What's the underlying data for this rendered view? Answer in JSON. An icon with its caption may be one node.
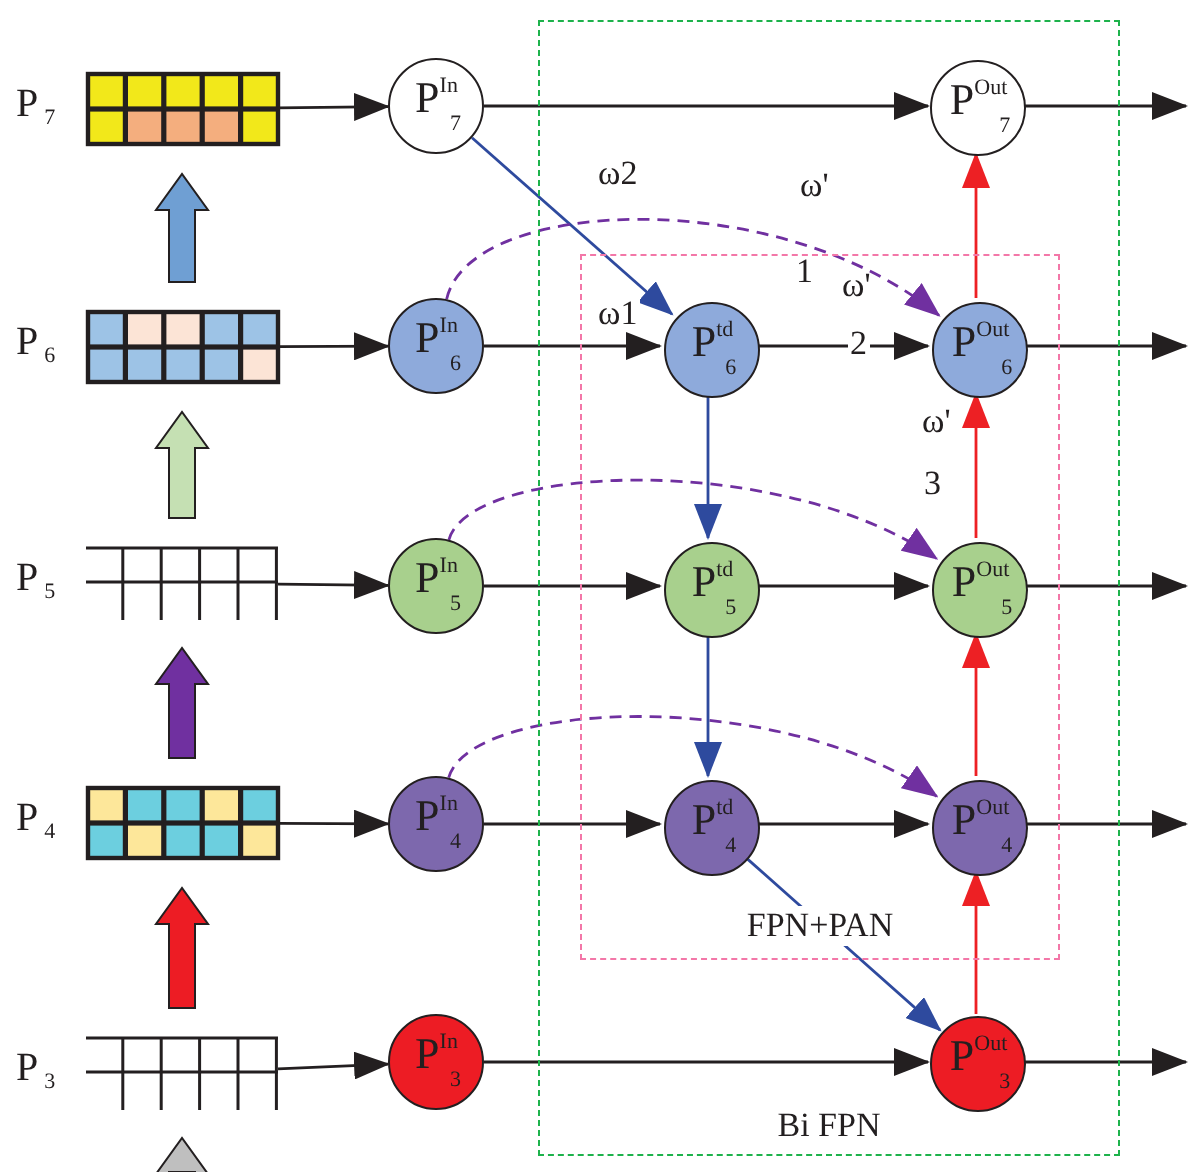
{
  "diagram": {
    "nodes": [
      {
        "text": [
          "Bi FPN"
        ]
      },
      {
        "text": [
          "FPN+PAN"
        ],
        "in": 0
      },
      {
        "text": [],
        "shape": "box",
        "beside": [
          "P$_{7}$"
        ]
      },
      {
        "text": [
          "P$^{In}$$_{7}$"
        ]
      },
      {
        "text": [
          "P$^{Out}$$_{7}$"
        ],
        "in": 0
      },
      {
        "text": [],
        "shape": "box",
        "beside": [
          "P$_{6}$"
        ]
      },
      {
        "text": [
          "P$^{In}$$_{6}$"
        ]
      },
      {
        "text": [
          "P$^{td}$$_{6}$"
        ],
        "in": 1
      },
      {
        "text": [
          "P$^{Out}$$_{6}$"
        ],
        "in": 1
      },
      {
        "text": [],
        "shape": "box",
        "beside": [
          "P$_{5}$"
        ]
      },
      {
        "text": [
          "P$^{In}$$_{5}$"
        ]
      },
      {
        "text": [
          "P$^{td}$$_{5}$"
        ],
        "in": 1
      },
      {
        "text": [
          "P$^{Out}$$_{5}$"
        ],
        "in": 1
      },
      {
        "text": [],
        "shape": "box",
        "beside": [
          "P$_{4}$"
        ]
      },
      {
        "text": [
          "P$^{In}$$_{4}$"
        ]
      },
      {
        "text": [
          "P$^{td}$$_{4}$"
        ],
        "in": 1
      },
      {
        "text": [
          "P$^{Out}$$_{4}$"
        ],
        "in": 1
      },
      {
        "text": [],
        "shape": "box",
        "beside": [
          "P$_{3}$"
        ]
      },
      {
        "text": [
          "P$^{In}$$_{3}$"
        ]
      },
      {
        "text": [
          "P$^{Out}$$_{3}$"
        ],
        "in": 0
      }
    ],
    "edges": [
      {
        "from": 5,
        "to": 2,
        "arrow": "to",
        "style": "thick",
        "color": "#6f9fd3"
      },
      {
        "from": 9,
        "to": 5,
        "arrow": "to",
        "style": "thick",
        "color": "#c5e0b3"
      },
      {
        "from": 13,
        "to": 9,
        "arrow": "to",
        "style": "thick",
        "color": "#7030a0"
      },
      {
        "from": 17,
        "to": 13,
        "arrow": "to",
        "style": "thick",
        "color": "#ed1c24"
      },
      {
        "from": null,
        "to": 17,
        "arrow": "to",
        "style": "thick",
        "color": "#bfbfbf"
      },
      {
        "from": 2,
        "to": 3,
        "arrow": "to"
      },
      {
        "from": 5,
        "to": 6,
        "arrow": "to"
      },
      {
        "from": 9,
        "to": 10,
        "arrow": "to"
      },
      {
        "from": 13,
        "to": 14,
        "arrow": "to"
      },
      {
        "from": 17,
        "to": 18,
        "arrow": "to"
      },
      {
        "from": 3,
        "to": 4,
        "arrow": "to"
      },
      {
        "from": 3,
        "to": 7,
        "arrow": "to",
        "label": "ω2",
        "color": "#2e4a9e"
      },
      {
        "from": 6,
        "to": 7,
        "arrow": "to",
        "label": "ω1"
      },
      {
        "from": 7,
        "to": 8,
        "arrow": "to",
        "label": "2"
      },
      {
        "from": 6,
        "to": 8,
        "arrow": "to",
        "style": "dashed",
        "color": "#7030a0"
      },
      {
        "from": 10,
        "to": 11,
        "arrow": "to"
      },
      {
        "from": 11,
        "to": 12,
        "arrow": "to"
      },
      {
        "from": 10,
        "to": 12,
        "arrow": "to",
        "style": "dashed",
        "color": "#7030a0"
      },
      {
        "from": 14,
        "to": 15,
        "arrow": "to"
      },
      {
        "from": 15,
        "to": 16,
        "arrow": "to"
      },
      {
        "from": 14,
        "to": 16,
        "arrow": "to",
        "style": "dashed",
        "color": "#7030a0"
      },
      {
        "from": 18,
        "to": 19,
        "arrow": "to"
      },
      {
        "from": 7,
        "to": 11,
        "arrow": "to",
        "color": "#2e4a9e"
      },
      {
        "from": 11,
        "to": 15,
        "arrow": "to",
        "color": "#2e4a9e"
      },
      {
        "from": 15,
        "to": 19,
        "arrow": "to",
        "color": "#2e4a9e"
      },
      {
        "from": 19,
        "to": 16,
        "arrow": "to",
        "color": "#ed2024"
      },
      {
        "from": 16,
        "to": 12,
        "arrow": "to",
        "color": "#ed2024"
      },
      {
        "from": 12,
        "to": 8,
        "arrow": "to",
        "color": "#ed2024"
      },
      {
        "from": 8,
        "to": 4,
        "arrow": "to",
        "color": "#ed2024"
      },
      {
        "from": 4,
        "to": null,
        "arrow": "to"
      },
      {
        "from": 8,
        "to": null,
        "arrow": "to"
      },
      {
        "from": 12,
        "to": null,
        "arrow": "to"
      },
      {
        "from": 16,
        "to": null,
        "arrow": "to"
      },
      {
        "from": 19,
        "to": null,
        "arrow": "to"
      }
    ],
    "labels": [
      "ω'",
      "1",
      "ω'",
      "ω'",
      "3"
    ]
  }
}
